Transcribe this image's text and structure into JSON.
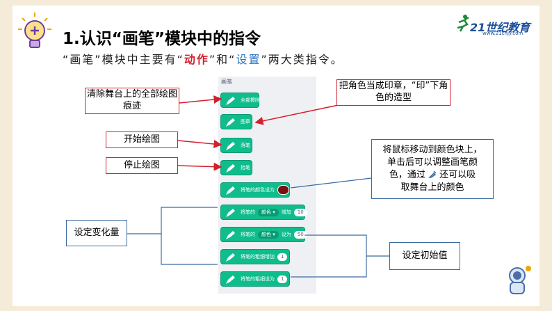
{
  "header": {
    "title": "1.认识“画笔”模块中的指令",
    "subtitle_pre": "“画笔”模块中主要有“",
    "subtitle_action": "动作",
    "subtitle_mid": "”和“",
    "subtitle_setting": "设置",
    "subtitle_post": "”两大类指令。",
    "logo_text": "21世纪教育",
    "logo_url": "www.21cnjy.com"
  },
  "palette": {
    "title": "画笔",
    "blocks": [
      {
        "label": "全部擦除"
      },
      {
        "label": "图章"
      },
      {
        "label": "落笔"
      },
      {
        "label": "抬笔"
      },
      {
        "label": "将笔的颜色设为"
      },
      {
        "label": "将笔的",
        "dropdown": "颜色",
        "op": "增加",
        "value": "10"
      },
      {
        "label": "将笔的",
        "dropdown": "颜色",
        "op": "设为",
        "value": "50"
      },
      {
        "label": "将笔的粗细增加",
        "value": "1"
      },
      {
        "label": "将笔的粗细设为",
        "value": "1"
      }
    ]
  },
  "notes": {
    "clear": "清除舞台上的全部绘图痕迹",
    "stamp": "把角色当成印章，“印”下角色的造型",
    "pen_down": "开始绘图",
    "pen_up": "停止绘图",
    "color_tip_1": "将鼠标移动到颜色块上，",
    "color_tip_2": "单击后可以调整画笔颜",
    "color_tip_3": "色，通过",
    "color_tip_4": "还可以吸",
    "color_tip_5": "取舞台上的颜色",
    "change": "设定变化量",
    "set_initial": "设定初始值"
  },
  "colors": {
    "pen_green": "#0fbd8c",
    "annotation_red": "#d2202f",
    "annotation_blue": "#3b6aa0",
    "swatch": "#7a1010"
  }
}
